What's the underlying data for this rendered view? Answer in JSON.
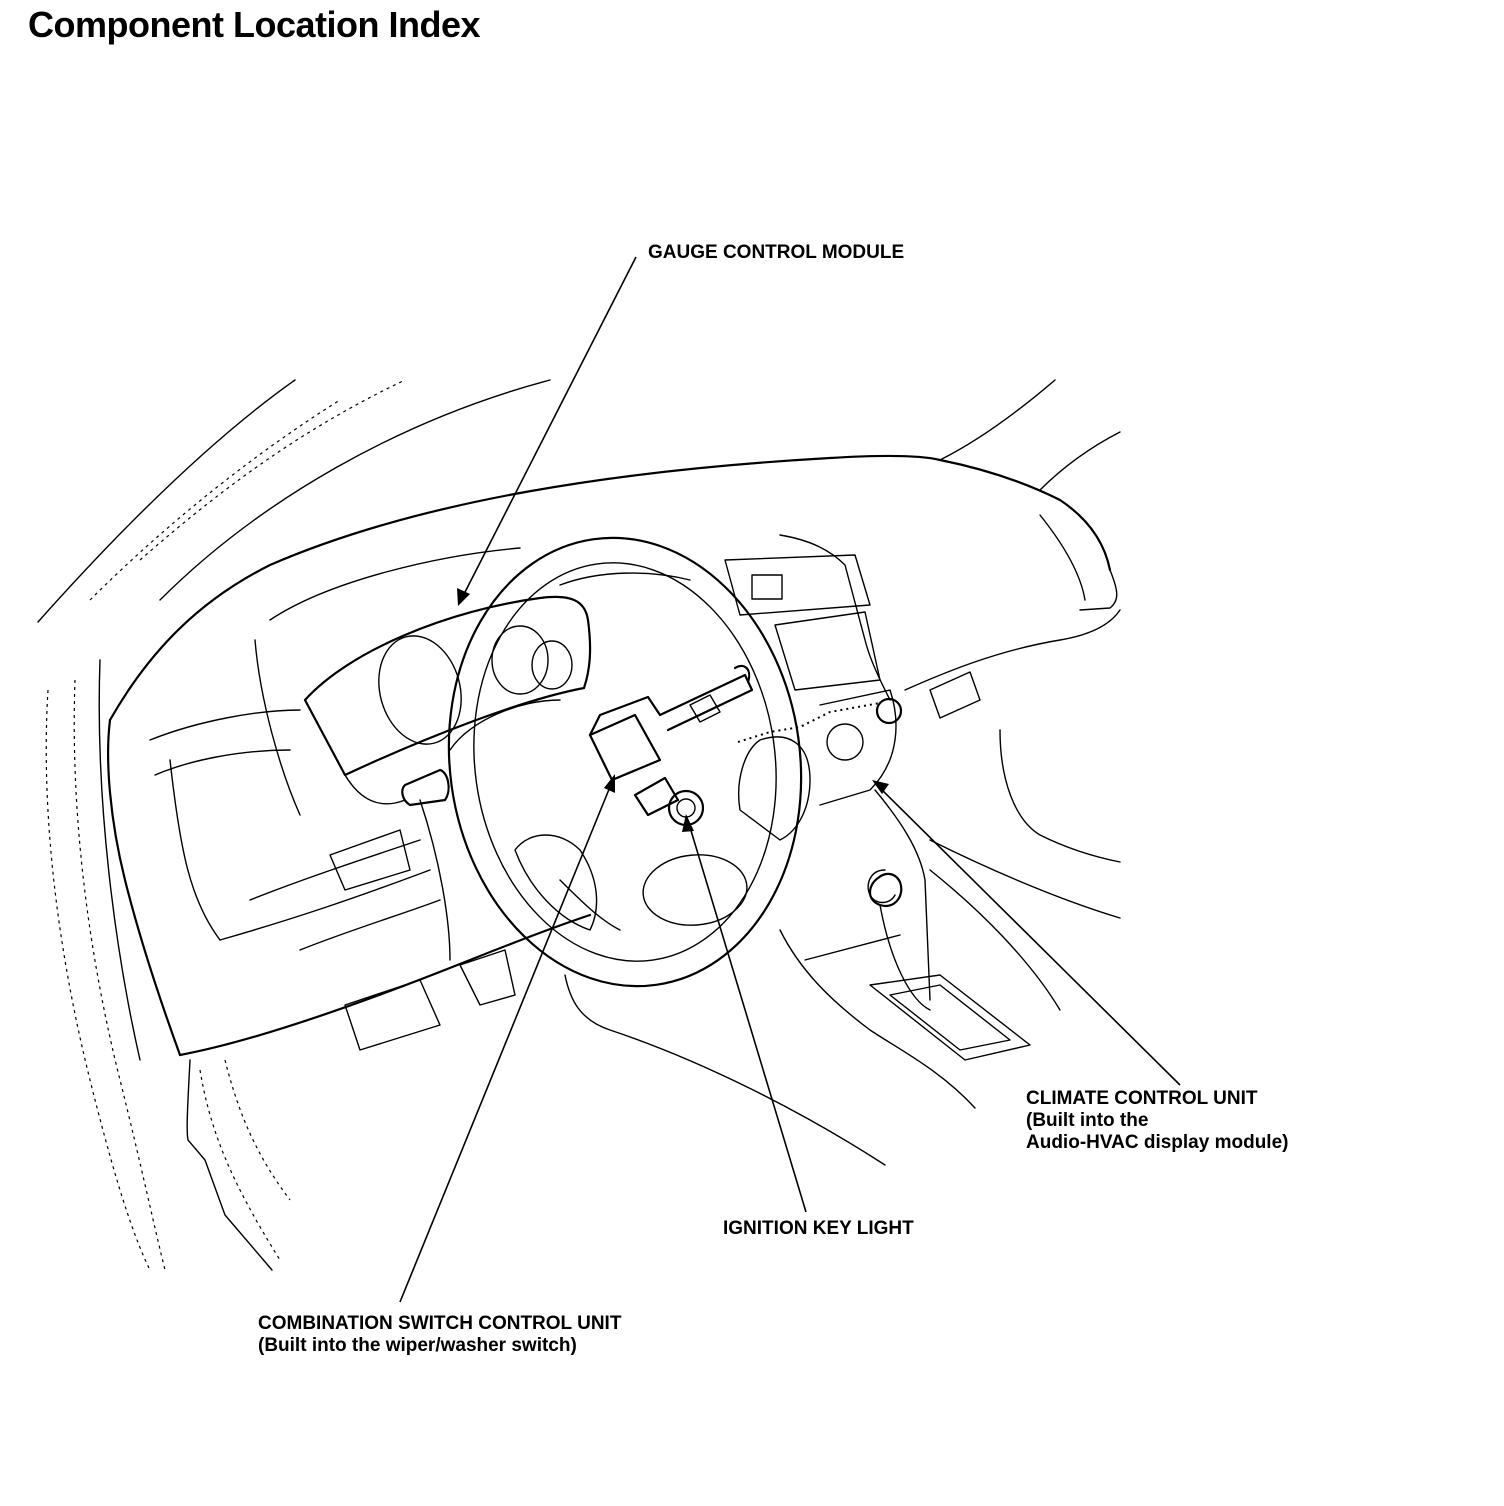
{
  "page": {
    "title": "Component Location Index"
  },
  "callouts": {
    "gauge_control_module": {
      "line1": "GAUGE CONTROL MODULE"
    },
    "climate_control_unit": {
      "line1": "CLIMATE CONTROL UNIT",
      "line2": "(Built into the",
      "line3": "Audio-HVAC display module)"
    },
    "ignition_key_light": {
      "line1": "IGNITION KEY LIGHT"
    },
    "combination_switch_control_unit": {
      "line1": "COMBINATION SWITCH CONTROL UNIT",
      "line2": "(Built into the wiper/washer switch)"
    }
  }
}
